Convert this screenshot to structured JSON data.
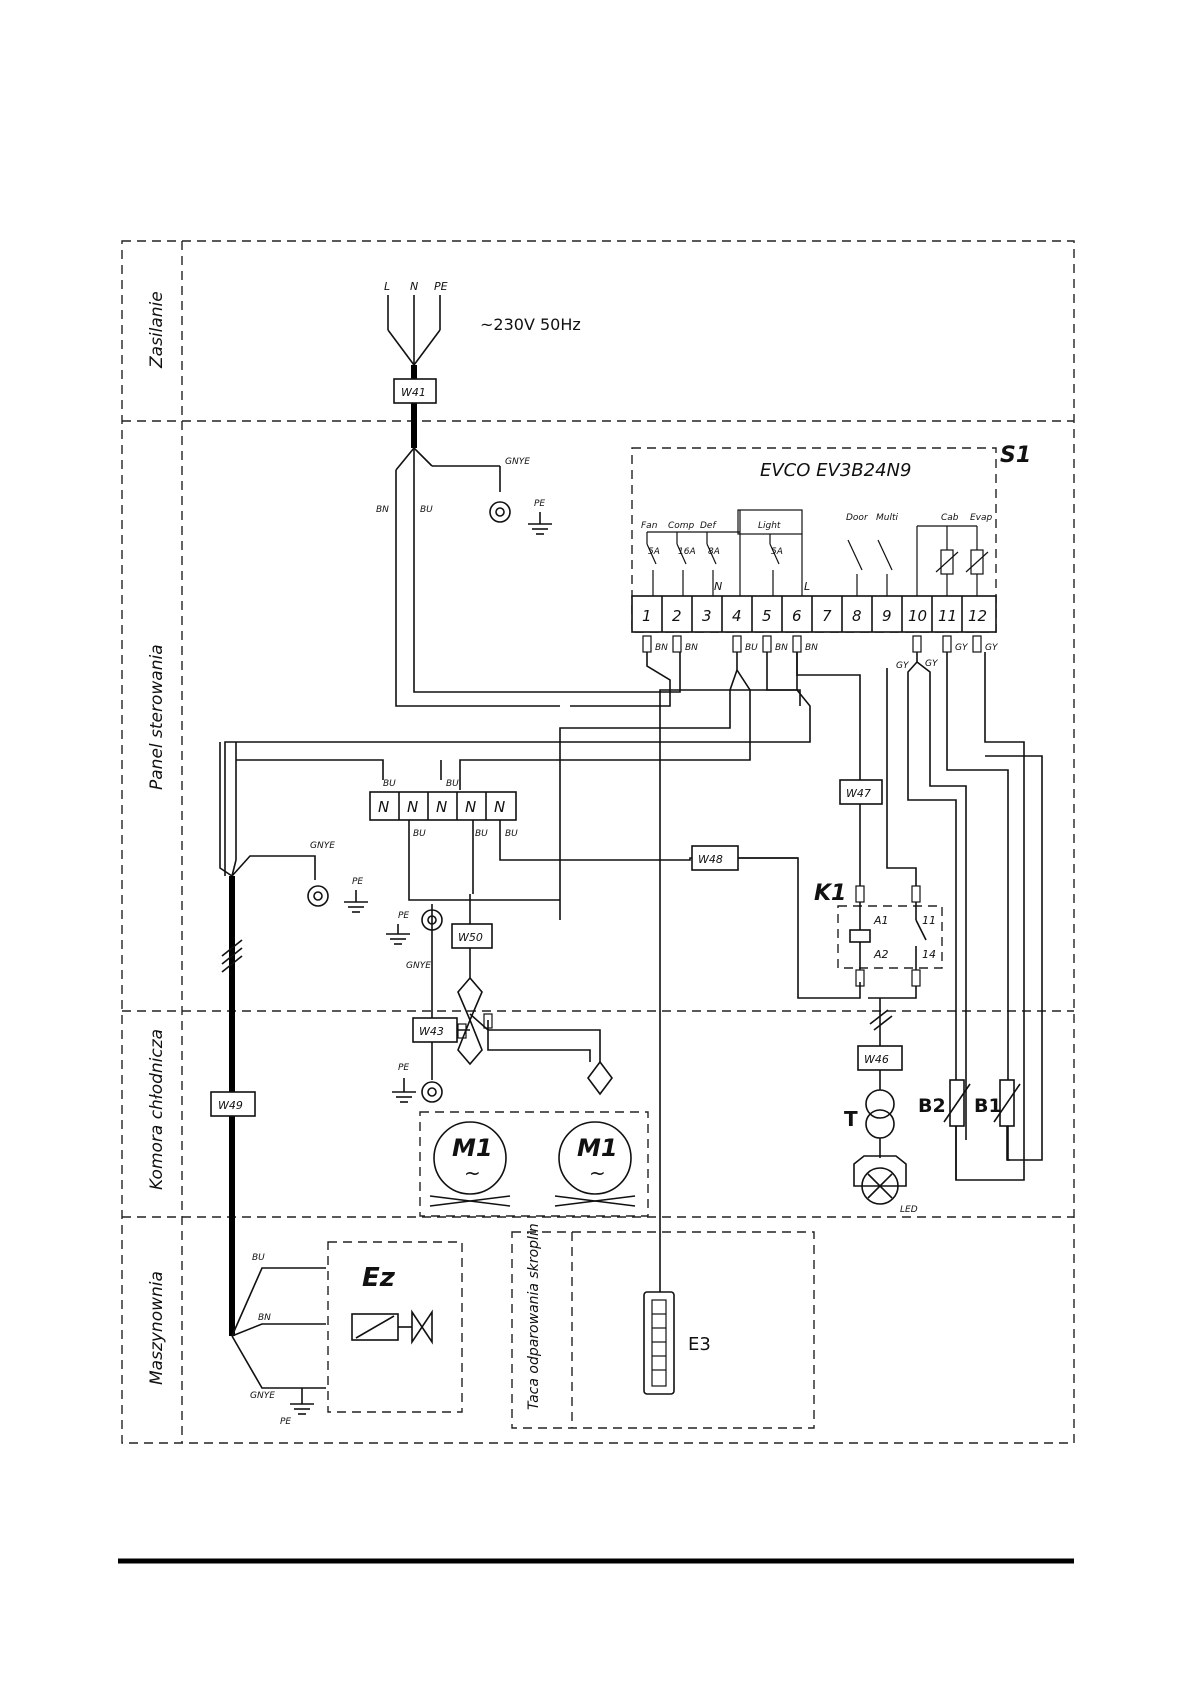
{
  "zones": {
    "supply": "Zasilanie",
    "control_panel": "Panel sterowania",
    "cold_chamber": "Komora chłodnicza",
    "machine_room": "Maszynownia",
    "tray": "Taca odparowania skroplin"
  },
  "supply": {
    "L": "L",
    "N": "N",
    "PE": "PE",
    "voltage": "~230V 50Hz"
  },
  "cables": {
    "W41": "W41",
    "W43": "W43",
    "W46": "W46",
    "W47": "W47",
    "W48": "W48",
    "W49": "W49",
    "W50": "W50"
  },
  "wire_colors": {
    "BN": "BN",
    "BU": "BU",
    "GNYE": "GNYE",
    "GY": "GY",
    "PE": "PE"
  },
  "controller": {
    "id": "S1",
    "model": "EVCO EV3B24N9",
    "terminals": [
      "1",
      "2",
      "3",
      "4",
      "5",
      "6",
      "7",
      "8",
      "9",
      "10",
      "11",
      "12"
    ],
    "outputs": [
      {
        "name": "Fan",
        "rating": "5A"
      },
      {
        "name": "Comp",
        "rating": "16A"
      },
      {
        "name": "Def",
        "rating": "8A"
      },
      {
        "name": "Light",
        "rating": "5A"
      }
    ],
    "inputs": [
      "Door",
      "Multi",
      "Cab",
      "Evap"
    ],
    "N": "N",
    "L": "L"
  },
  "neutral_block": {
    "labels": [
      "N",
      "N",
      "N",
      "N",
      "N"
    ]
  },
  "relay": {
    "id": "K1",
    "A1": "A1",
    "A2": "A2",
    "c11": "11",
    "c14": "14"
  },
  "motors": {
    "label": "M1",
    "symbol": "~"
  },
  "transformer": {
    "id": "T",
    "lamp": "LED"
  },
  "sensors": {
    "B1": "B1",
    "B2": "B2"
  },
  "valve": {
    "id": "Ez"
  },
  "heater": {
    "id": "E3"
  }
}
